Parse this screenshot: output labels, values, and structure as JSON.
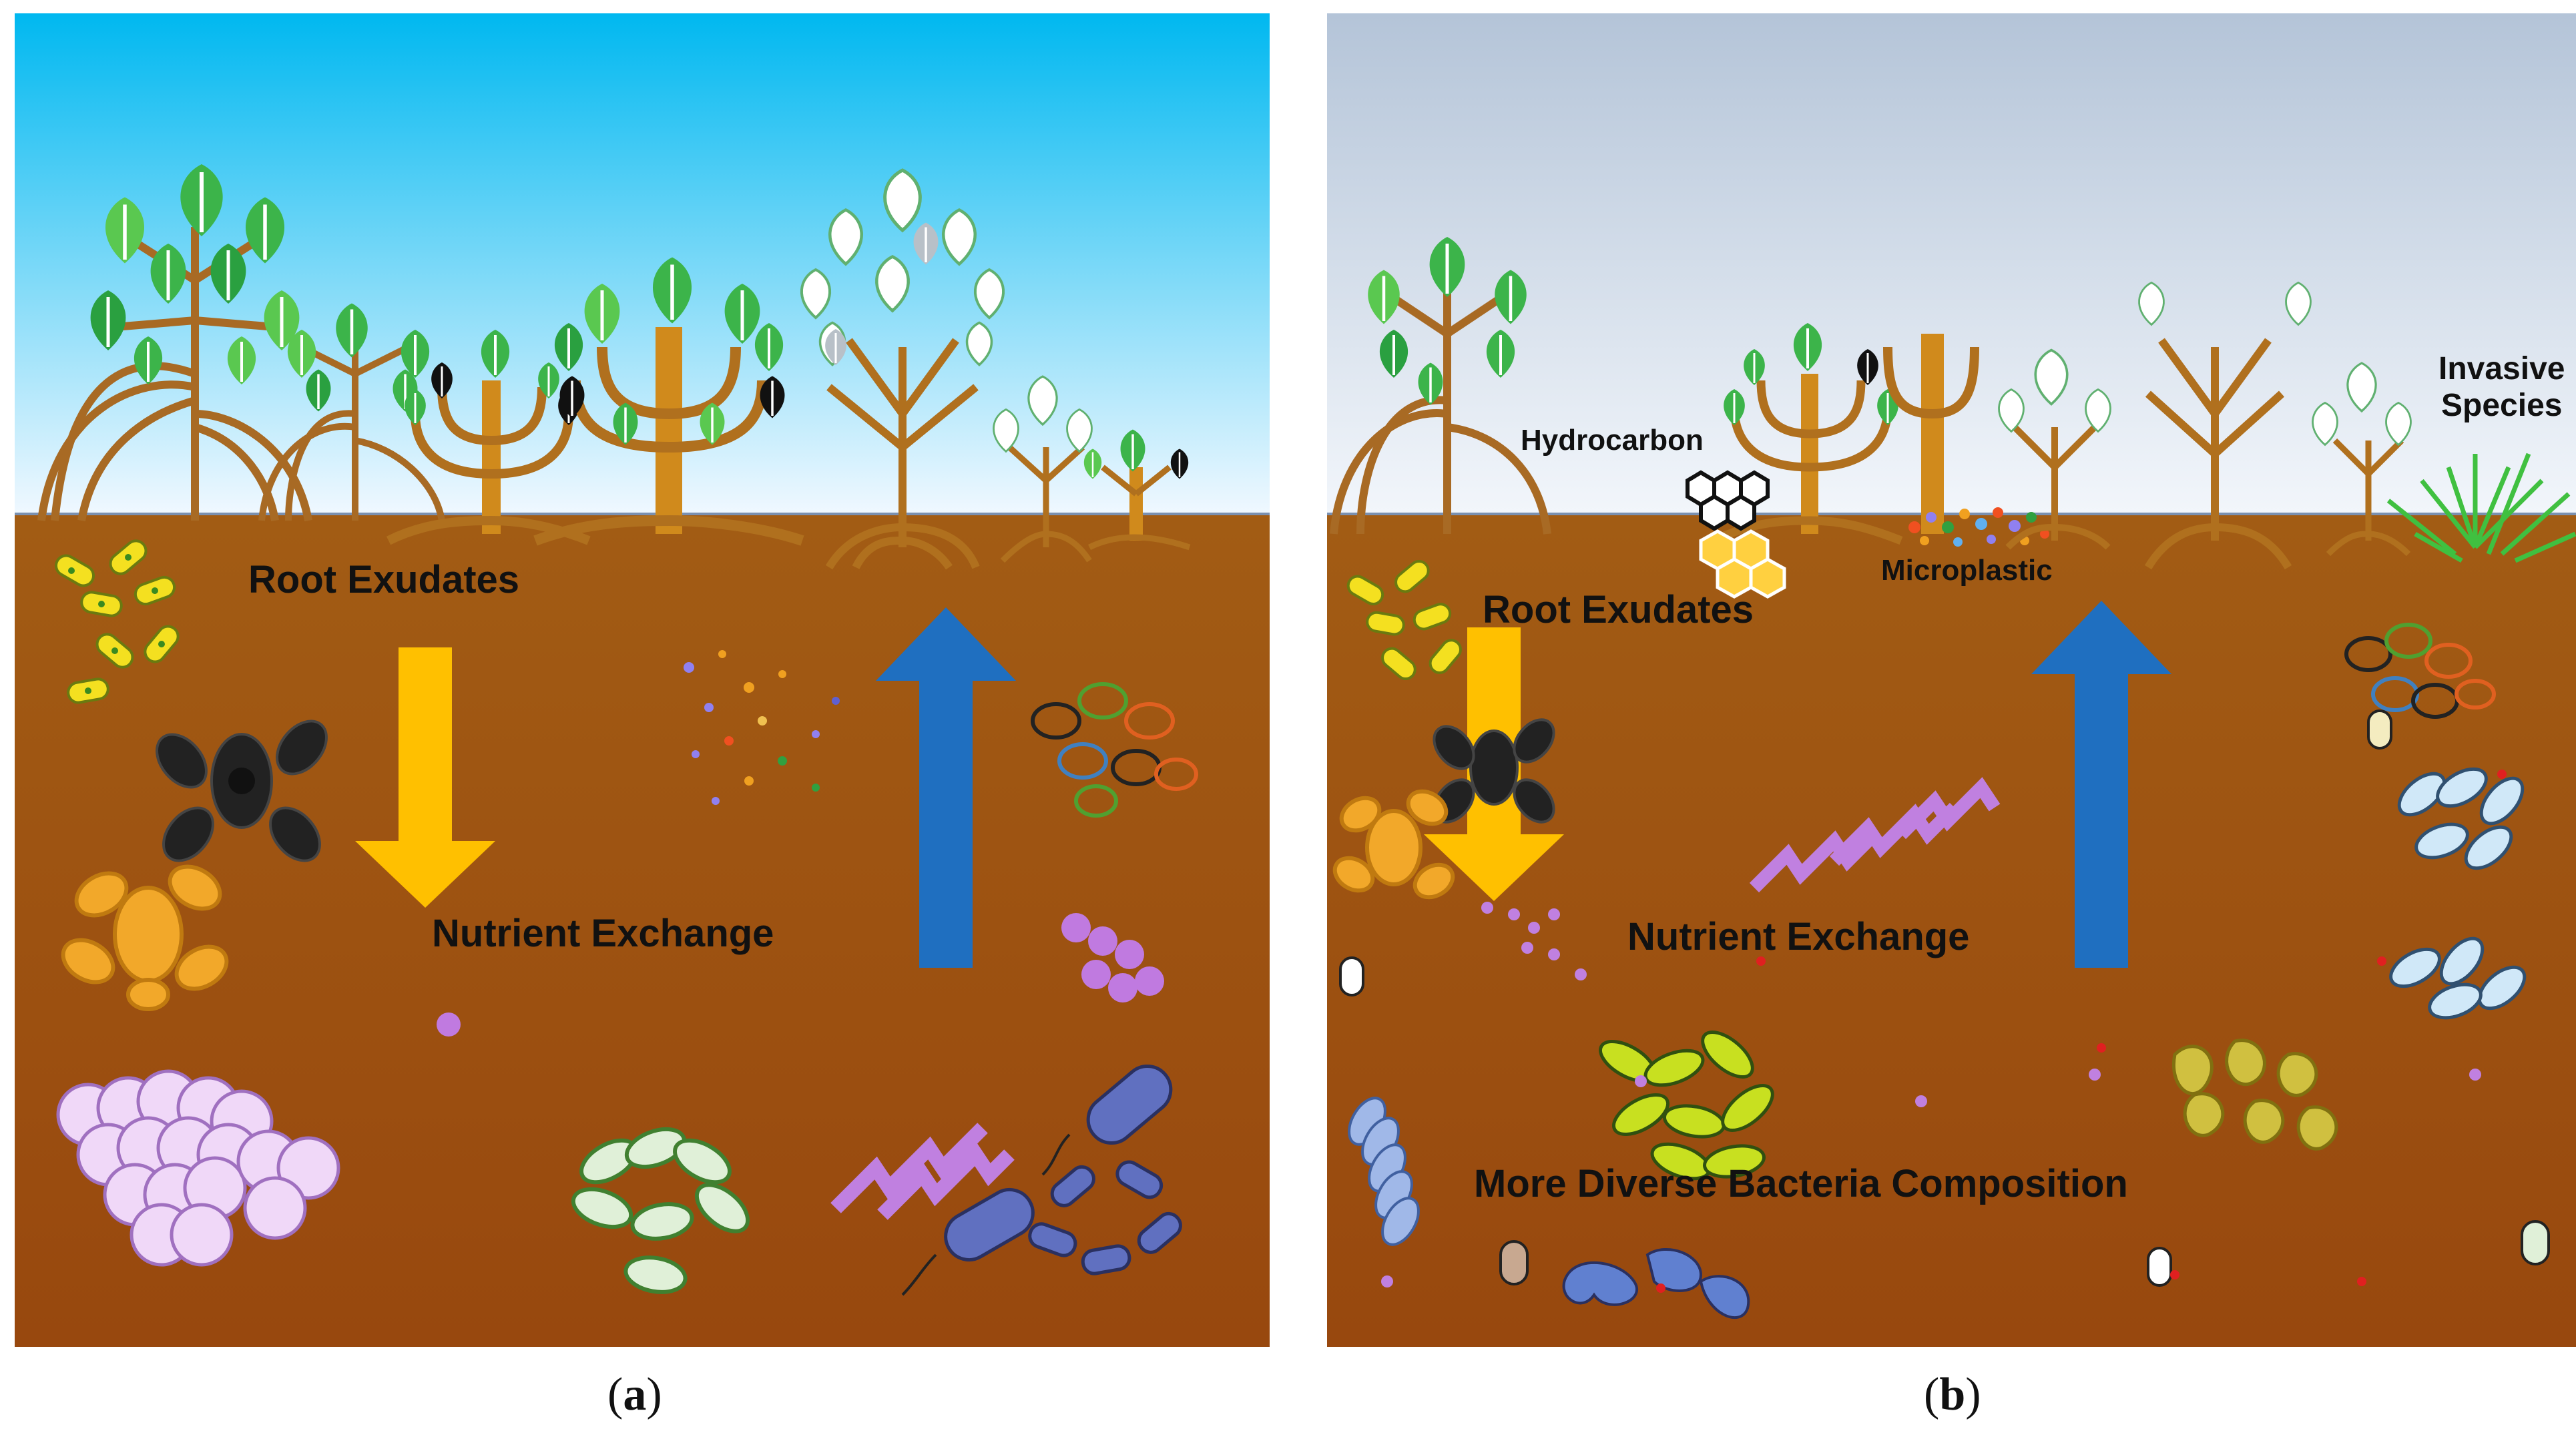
{
  "panel_a": {
    "caption_open": "(",
    "caption_letter": "a",
    "caption_close": ")",
    "labels": {
      "root_exudates": "Root Exudates",
      "nutrient_exchange": "Nutrient Exchange"
    }
  },
  "panel_b": {
    "caption_open": "(",
    "caption_letter": "b",
    "caption_close": ")",
    "labels": {
      "hydrocarbon": "Hydrocarbon",
      "microplastic": "Microplastic",
      "invasive_line1": "Invasive",
      "invasive_line2": "Species",
      "root_exudates": "Root Exudates",
      "nutrient_exchange": "Nutrient Exchange",
      "diverse_bacteria": "More Diverse Bacteria Composition"
    }
  },
  "colors": {
    "sky_top_a": "#00b8f0",
    "sky_bottom_a": "#f0f8ff",
    "sky_top_b": "#b4c4d8",
    "sky_bottom_b": "#f2f6fb",
    "soil_top": "#a05a12",
    "soil_bottom": "#9a4a10",
    "exudate_arrow": "#ffc000",
    "exchange_arrow": "#1f6fc0",
    "leaf": "#3cb44a",
    "trunk": "#b07020"
  }
}
